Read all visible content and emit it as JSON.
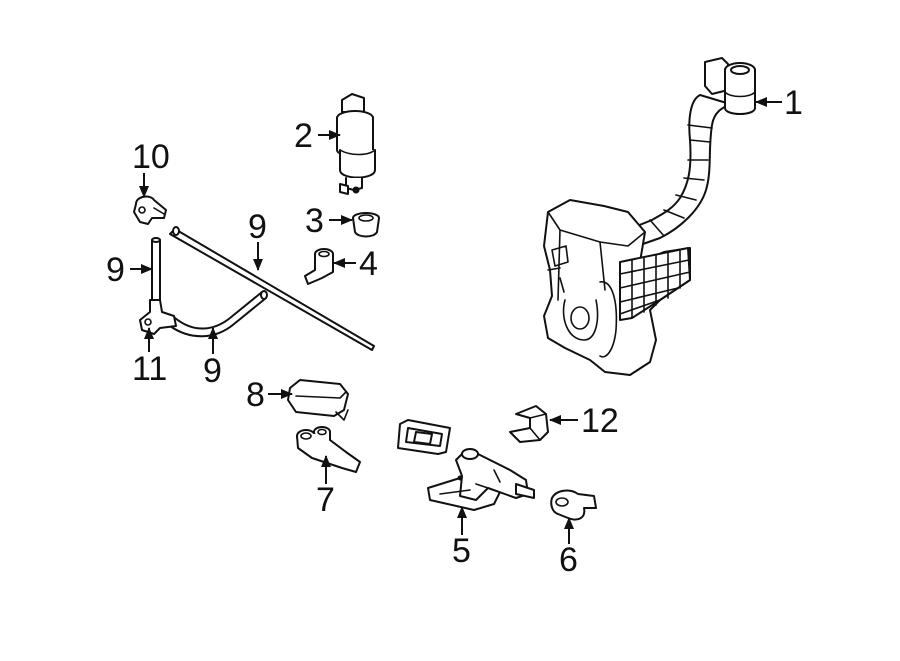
{
  "diagram": {
    "callouts": [
      {
        "id": "c1",
        "label": "1"
      },
      {
        "id": "c2",
        "label": "2"
      },
      {
        "id": "c3",
        "label": "3"
      },
      {
        "id": "c4",
        "label": "4"
      },
      {
        "id": "c5",
        "label": "5"
      },
      {
        "id": "c6",
        "label": "6"
      },
      {
        "id": "c7",
        "label": "7"
      },
      {
        "id": "c8",
        "label": "8"
      },
      {
        "id": "c9a",
        "label": "9"
      },
      {
        "id": "c9b",
        "label": "9"
      },
      {
        "id": "c9c",
        "label": "9"
      },
      {
        "id": "c10",
        "label": "10"
      },
      {
        "id": "c11",
        "label": "11"
      },
      {
        "id": "c12",
        "label": "12"
      }
    ],
    "colors": {
      "ink": "#111111",
      "background": "#ffffff"
    }
  }
}
